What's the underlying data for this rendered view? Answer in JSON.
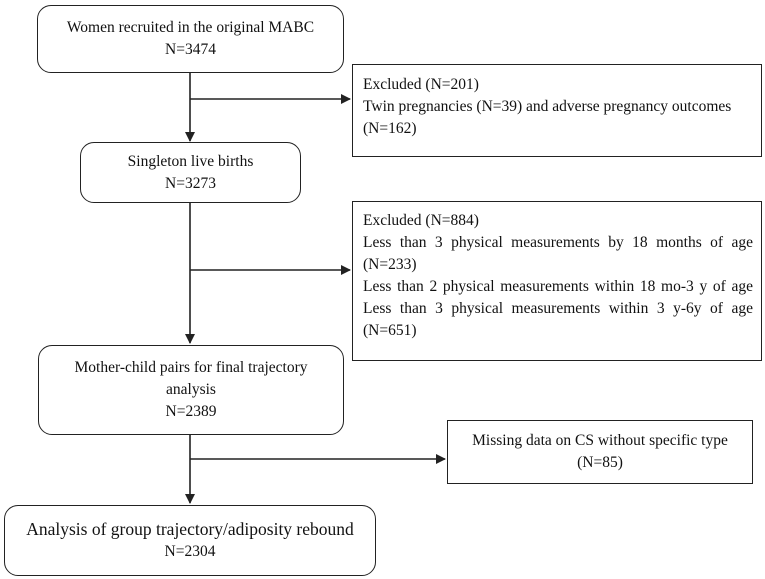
{
  "boxes": {
    "recruited": {
      "line1": "Women recruited in the original MABC",
      "line2": "N=3474"
    },
    "excluded1": {
      "line1": "Excluded (N=201)",
      "line2": "Twin pregnancies (N=39) and adverse pregnancy outcomes",
      "line3": "(N=162)"
    },
    "singleton": {
      "line1": "Singleton live births",
      "line2": "N=3273"
    },
    "excluded2": {
      "line1": "Excluded (N=884)",
      "line2": "Less than 3 physical measurements by 18 months of age",
      "line3": "(N=233)",
      "line4": "Less than 2 physical measurements within 18 mo-3 y of age",
      "line5": "Less than 3 physical measurements within 3 y-6y of age",
      "line6": "(N=651)"
    },
    "pairs": {
      "line1": "Mother-child pairs for final trajectory",
      "line2": "analysis",
      "line3": "N=2389"
    },
    "missing": {
      "line1": "Missing data on CS without specific type",
      "line2": "(N=85)"
    },
    "analysis": {
      "line1": "Analysis of group trajectory/adiposity rebound",
      "line2": "N=2304"
    }
  }
}
